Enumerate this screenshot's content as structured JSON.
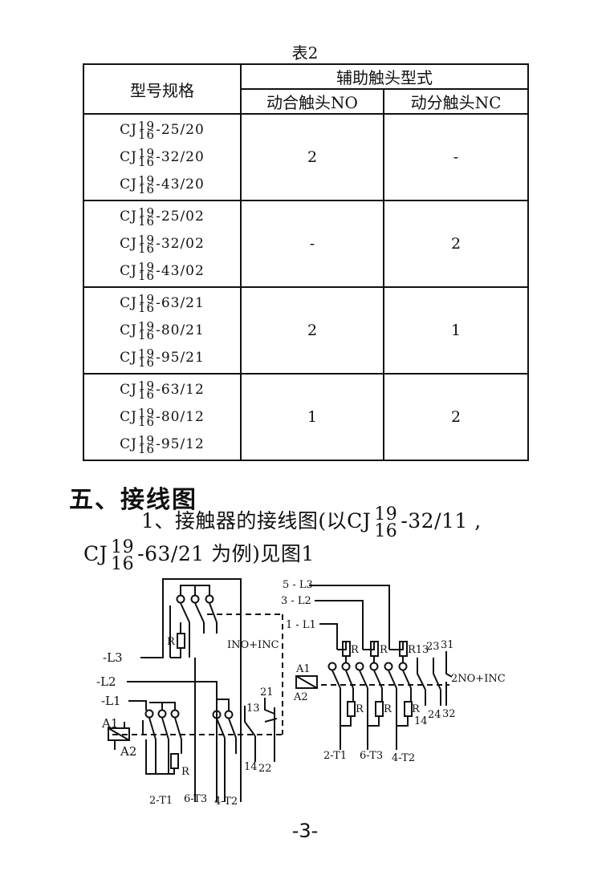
{
  "table": {
    "caption": "表2",
    "header": {
      "model": "型号规格",
      "aux_group": "辅助触头型式",
      "no": "动合触头NO",
      "nc": "动分触头NC"
    },
    "groups": [
      {
        "models": [
          {
            "prefix": "CJ",
            "sup": "19",
            "sub": "16",
            "suffix": "-25/20"
          },
          {
            "prefix": "CJ",
            "sup": "19",
            "sub": "16",
            "suffix": "-32/20"
          },
          {
            "prefix": "CJ",
            "sup": "19",
            "sub": "16",
            "suffix": "-43/20"
          }
        ],
        "no": "2",
        "nc": "-"
      },
      {
        "models": [
          {
            "prefix": "CJ",
            "sup": "19",
            "sub": "16",
            "suffix": "-25/02"
          },
          {
            "prefix": "CJ",
            "sup": "19",
            "sub": "16",
            "suffix": "-32/02"
          },
          {
            "prefix": "CJ",
            "sup": "19",
            "sub": "16",
            "suffix": "-43/02"
          }
        ],
        "no": "-",
        "nc": "2"
      },
      {
        "models": [
          {
            "prefix": "CJ",
            "sup": "19",
            "sub": "16",
            "suffix": "-63/21"
          },
          {
            "prefix": "CJ",
            "sup": "19",
            "sub": "16",
            "suffix": "-80/21"
          },
          {
            "prefix": "CJ",
            "sup": "19",
            "sub": "16",
            "suffix": "-95/21"
          }
        ],
        "no": "2",
        "nc": "1"
      },
      {
        "models": [
          {
            "prefix": "CJ",
            "sup": "19",
            "sub": "16",
            "suffix": "-63/12"
          },
          {
            "prefix": "CJ",
            "sup": "19",
            "sub": "16",
            "suffix": "-80/12"
          },
          {
            "prefix": "CJ",
            "sup": "19",
            "sub": "16",
            "suffix": "-95/12"
          }
        ],
        "no": "1",
        "nc": "2"
      }
    ]
  },
  "section": {
    "title": "五、接线图",
    "para_l1_start": "1、接触器的接线图(以CJ",
    "para_l1_sup": "19",
    "para_l1_sub": "16",
    "para_l1_end": "-32/11 ,",
    "para_l2_start": "CJ",
    "para_l2_sup": "19",
    "para_l2_sub": "16",
    "para_l2_end": "-63/21 为例)见图1"
  },
  "diagram": {
    "left": {
      "l3": "-L3",
      "l2": "-L2",
      "l1": "-L1",
      "coil_a1": "A1",
      "coil_a2": "A2",
      "r": "R",
      "ino_inc": "INO+INC",
      "t13": "13",
      "t21": "21",
      "t14": "14",
      "t22": "22",
      "t2": "2-T1",
      "t6": "6-T3",
      "t4": "4-T2"
    },
    "right": {
      "l5": "5 - L3",
      "l3": "3 - L2",
      "l1": "1 - L1",
      "coil_a1": "A1",
      "coil_a2": "A2",
      "r": "R",
      "r13": "R13",
      "t23": "23",
      "t31": "31",
      "no_inc": "2NO+INC",
      "t14": "14",
      "t24": "24",
      "t32": "32",
      "t2": "2-T1",
      "t6": "6-T3",
      "t4": "4-T2"
    }
  },
  "page_number": "-3-"
}
